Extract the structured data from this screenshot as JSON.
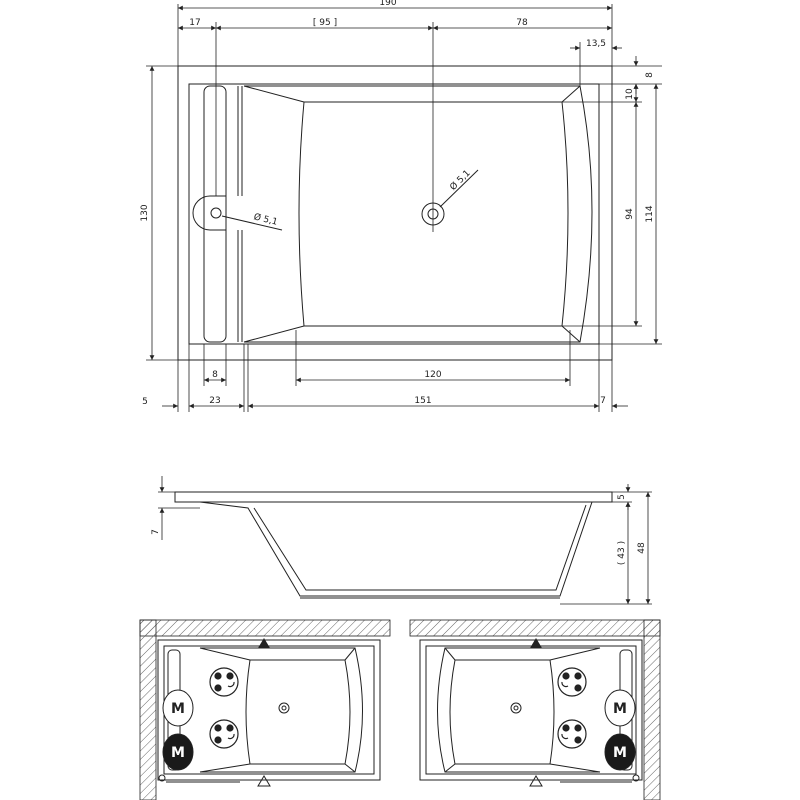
{
  "plan_view": {
    "dimensions": {
      "overall_length": "190",
      "left_offset": "17",
      "center_span": "[ 95 ]",
      "right_span": "78",
      "right_rim": "13,5",
      "height_total": "130",
      "inner_height": "114",
      "inner_basin": "94",
      "top_rim": "8",
      "top_step": "10",
      "basin_width": "120",
      "left_ledge": "8",
      "left_panel": "23",
      "left_margin": "5",
      "main_length": "151",
      "right_margin": "7",
      "drain_diameter": "Ø 5,1",
      "overflow_diameter": "Ø 5,1"
    }
  },
  "section_view": {
    "dimensions": {
      "rim_thickness": "5",
      "basin_depth": "( 43 )",
      "total_height": "48",
      "left_drop": "7"
    }
  },
  "installation_views": {
    "left": {
      "motor_top": "M",
      "motor_bottom": "M"
    },
    "right": {
      "motor_top": "M",
      "motor_bottom": "M"
    }
  },
  "colors": {
    "line": "#222222",
    "hatch": "#555555",
    "motor_dark": "#1a1a1a",
    "motor_light": "#ffffff"
  }
}
